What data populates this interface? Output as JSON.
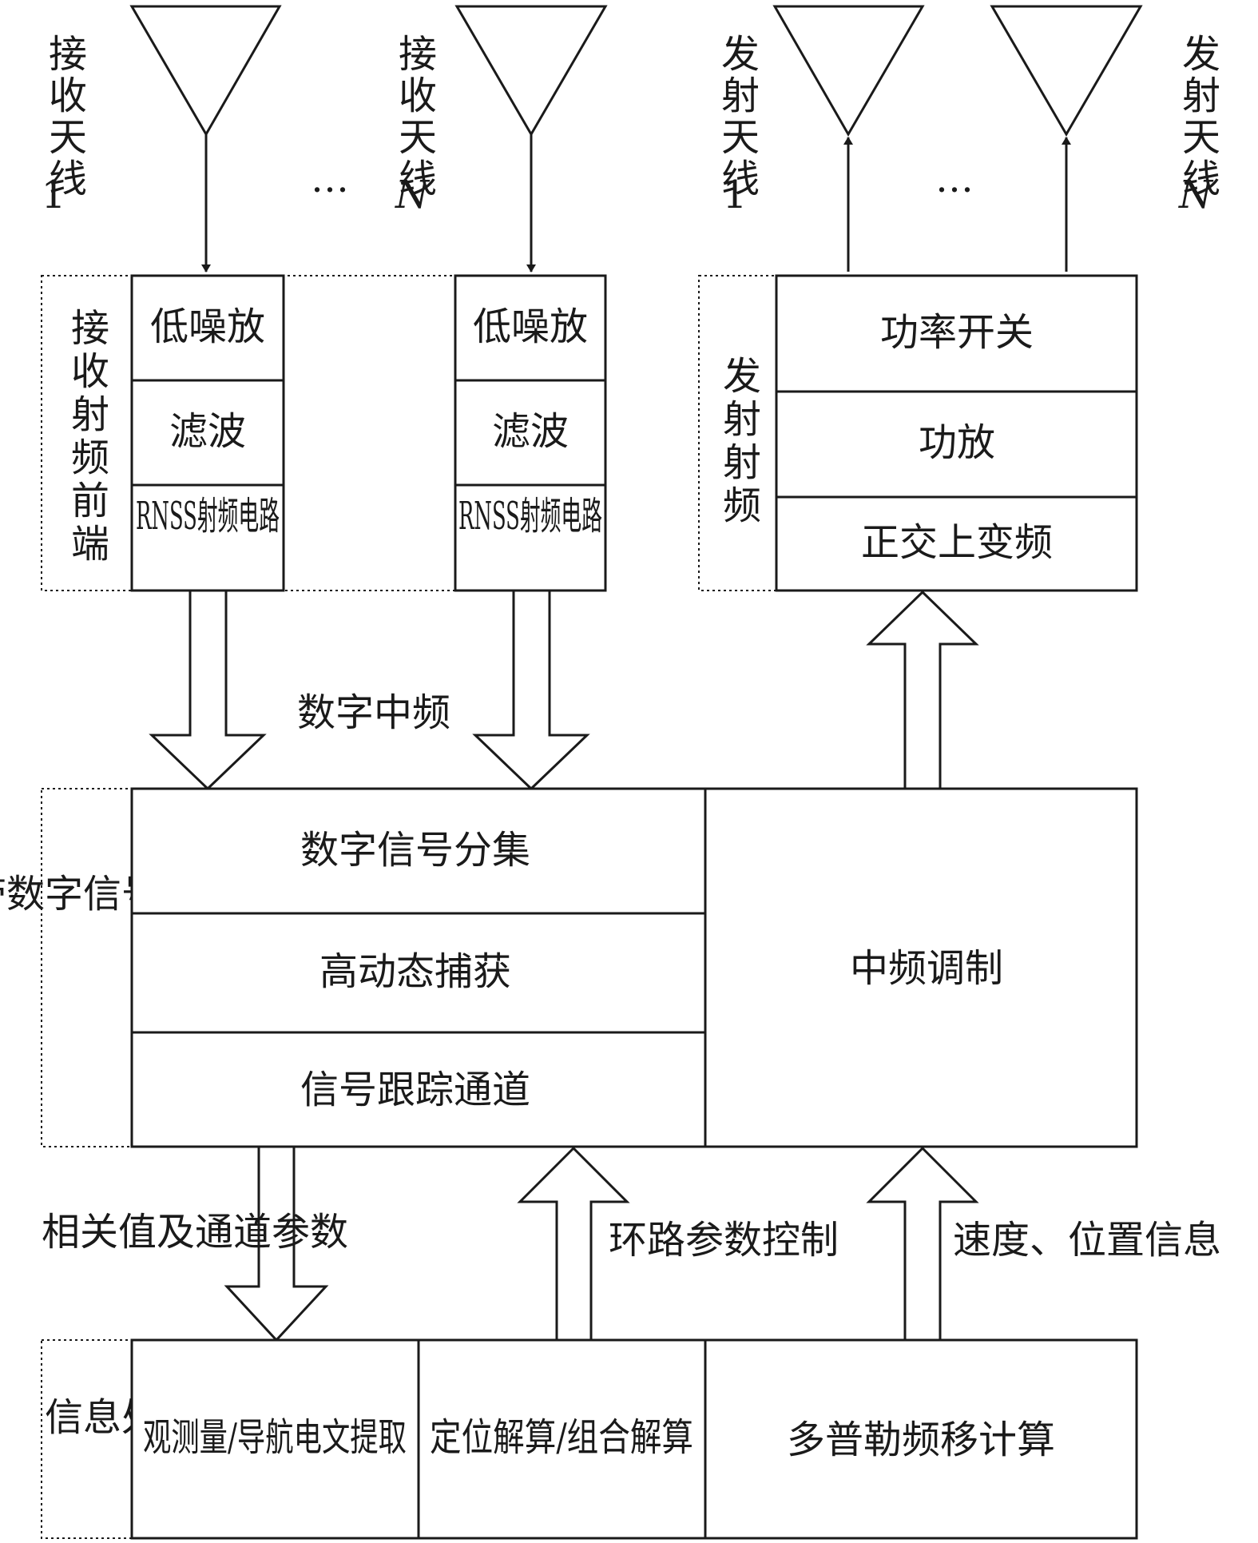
{
  "antennas": {
    "receive": [
      {
        "label": "接收天线",
        "index": "1"
      },
      {
        "label": "接收天线",
        "index": "N"
      }
    ],
    "transmit": [
      {
        "label": "发射天线",
        "index": "1"
      },
      {
        "label": "发射天线",
        "index": "N"
      }
    ],
    "ellipsis": "…"
  },
  "receive_frontend": {
    "group_label": "接收射频前端",
    "chain": [
      "低噪放",
      "滤波",
      "RNSS射频电路"
    ]
  },
  "transmit_rf": {
    "group_label": "发射射频",
    "blocks": [
      "功率开关",
      "功放",
      "正交上变频"
    ]
  },
  "digital_if_label": "数字中频",
  "baseband": {
    "group_label": "基带数字信号处理",
    "blocks": [
      "数字信号分集",
      "高动态捕获",
      "信号跟踪通道"
    ],
    "if_modulation": "中频调制"
  },
  "flows": {
    "correlation": "相关值及通道参数",
    "loop_control": "环路参数控制",
    "velocity_position": "速度、位置信息"
  },
  "info_processing": {
    "group_label": "信息处理",
    "blocks": [
      "观测量/导航电文提取",
      "定位解算/组合解算",
      "多普勒频移计算"
    ]
  }
}
